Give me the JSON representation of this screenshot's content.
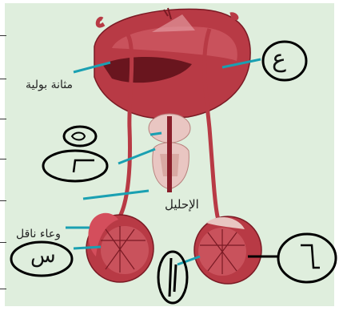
{
  "colors": {
    "paper": "#dfeedd",
    "organ": "#b83a45",
    "organ_dark": "#8a1f2b",
    "organ_light": "#e7a6ab",
    "gland": "#e9c6c2",
    "pointer": "#1aa0b2",
    "ink": "#000000"
  },
  "labels": {
    "bladder": "مثانة بولية",
    "urethra": "الإحليل",
    "vas_deferens": "وعاء ناقل"
  },
  "handwritten_answers": {
    "a": "ع",
    "b": "",
    "c": "",
    "d": "س",
    "e": "ا",
    "f": ""
  }
}
